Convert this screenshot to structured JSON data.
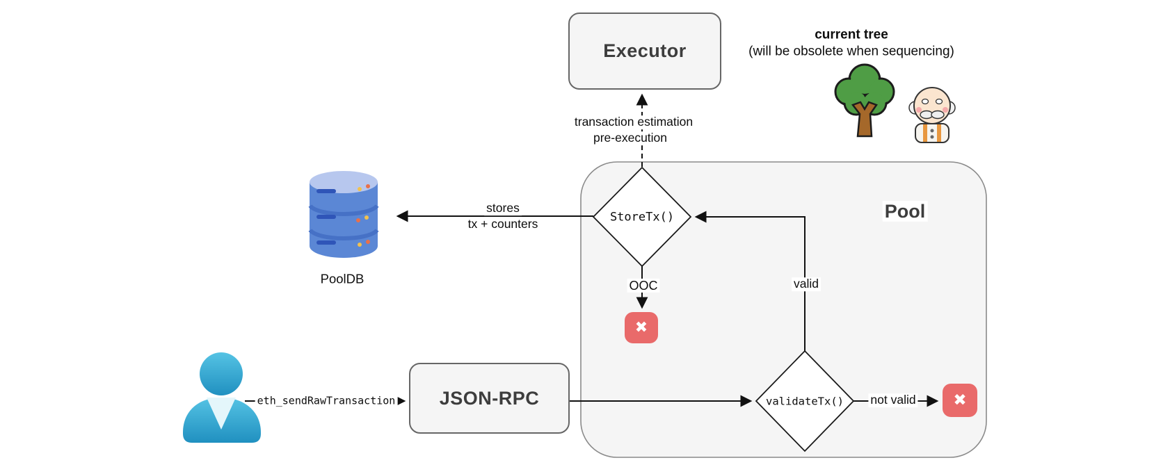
{
  "nodes": {
    "executor": {
      "label": "Executor"
    },
    "json_rpc": {
      "label": "JSON-RPC"
    },
    "pool": {
      "label": "Pool"
    },
    "pooldb": {
      "label": "PoolDB"
    },
    "store_tx": {
      "label": "StoreTx()"
    },
    "validate_tx": {
      "label": "validateTx()"
    }
  },
  "edges": {
    "executor_estimation": {
      "line1": "transaction estimation",
      "line2": "pre-execution",
      "style": "dashed"
    },
    "stores": {
      "line1": "stores",
      "line2": "tx + counters"
    },
    "ooc": {
      "label": "OOC"
    },
    "valid": {
      "label": "valid"
    },
    "not_valid": {
      "label": "not valid"
    },
    "send_raw_tx": {
      "label": "eth_sendRawTransaction"
    }
  },
  "annotations": {
    "tree_title": "current tree",
    "tree_subtitle": "(will be obsolete when sequencing)"
  },
  "icons": {
    "reject_glyph": "✖",
    "database": "database-icon",
    "user": "user-icon",
    "tree": "tree-icon",
    "old_man": "old-man-icon"
  },
  "colors": {
    "node_fill": "#f5f5f5",
    "node_border": "#666666",
    "pool_border": "#8a8a8a",
    "reject_red": "#e96a6a",
    "user_blue": "#3fb0d8",
    "db_blue": "#5b87d5",
    "line_black": "#1a1a1a",
    "text_dark": "#3d3d3d"
  }
}
